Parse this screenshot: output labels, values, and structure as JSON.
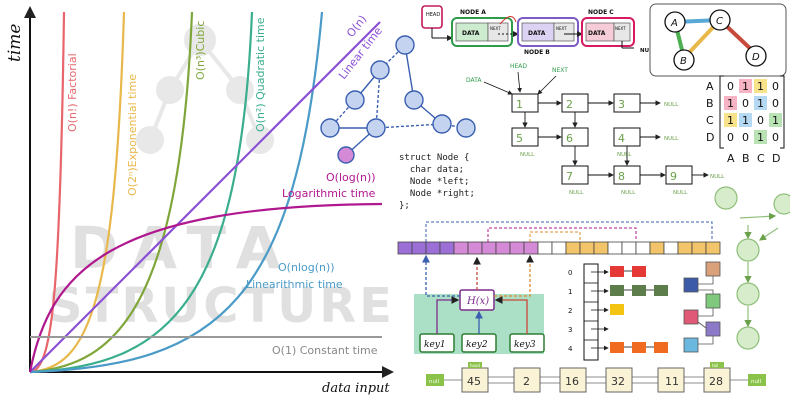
{
  "complexity_chart": {
    "y_axis_label": "time",
    "x_axis_label": "data input",
    "curves": [
      {
        "label": "O(n!) Factorial",
        "color": "#e8666b"
      },
      {
        "label": "O(2ⁿ)Exponential time",
        "color": "#e8b84a"
      },
      {
        "label": "O(n³)Cubic",
        "color": "#7fa63a"
      },
      {
        "label": "O(n²) Quadratic time",
        "color": "#3aae8e"
      },
      {
        "label": "O(n)",
        "color": "#8b4fd6"
      },
      {
        "label": "Linear time",
        "color": "#8b4fd6"
      },
      {
        "label": "O(log(n))",
        "color": "#b0188f"
      },
      {
        "label": "Logarithmic time",
        "color": "#b0188f"
      },
      {
        "label": "O(nlog(n))",
        "color": "#4a9bc8"
      },
      {
        "label": "Linearithmic time",
        "color": "#4a9bc8"
      },
      {
        "label": "O(1) Constant time",
        "color": "#999999"
      }
    ]
  },
  "watermark": {
    "line1": "DATA",
    "line2": "STRUCTURE"
  },
  "linked_list": {
    "head": "HEAD",
    "nodes": [
      {
        "title": "NODE A",
        "data": "DATA",
        "next": "NEXT"
      },
      {
        "title": "NODE B",
        "data": "DATA",
        "next": "NEXT"
      },
      {
        "title": "NODE C",
        "data": "DATA",
        "next": "NEXT"
      }
    ],
    "null": "NULL"
  },
  "graph": {
    "vertices": [
      "A",
      "B",
      "C",
      "D"
    ]
  },
  "adjacency_matrix": {
    "rows": [
      "A",
      "B",
      "C",
      "D"
    ],
    "cols": [
      "A",
      "B",
      "C",
      "D"
    ],
    "values": [
      [
        "0",
        "1",
        "1",
        "0"
      ],
      [
        "1",
        "0",
        "1",
        "0"
      ],
      [
        "1",
        "1",
        "0",
        "1"
      ],
      [
        "0",
        "0",
        "1",
        "0"
      ]
    ]
  },
  "multi_list": {
    "data": "DATA",
    "head": "HEAD",
    "next": "NEXT",
    "nodes": [
      "1",
      "2",
      "3",
      "5",
      "6",
      "4",
      "7",
      "8",
      "9"
    ],
    "null": "NULL"
  },
  "code": {
    "lines": [
      "struct Node {",
      "  char data;",
      "  Node *left;",
      "  Node *right;",
      "};"
    ]
  },
  "hash": {
    "function": "H(x)",
    "keys": [
      "key1",
      "key2",
      "key3"
    ]
  },
  "buckets": {
    "indices": [
      "0",
      "1",
      "2",
      "3",
      "4"
    ]
  },
  "doubly_list": {
    "head_label": "null",
    "tail_label": "null",
    "values": [
      "45",
      "2",
      "16",
      "32",
      "11",
      "28"
    ],
    "tags": [
      "head",
      "tail"
    ]
  }
}
